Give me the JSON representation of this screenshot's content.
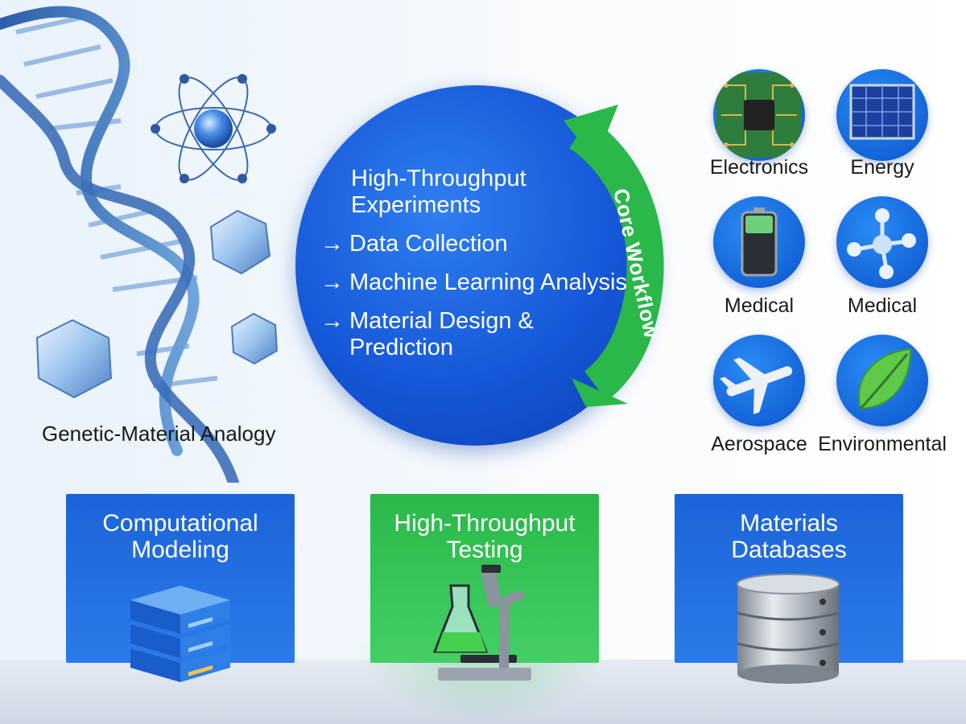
{
  "left": {
    "caption": "Genetic-Material Analogy"
  },
  "workflow": {
    "steps": [
      "High-Throughput Experiments",
      "Data Collection",
      "Machine Learning Analysis",
      "Material Design & Prediction"
    ],
    "arrow": "→",
    "cycle_label": "Core Workflow"
  },
  "applications": [
    {
      "label": "Electronics",
      "icon": "circuit-board-icon"
    },
    {
      "label": "Energy",
      "icon": "solar-panel-icon"
    },
    {
      "label": "Medical",
      "icon": "battery-icon"
    },
    {
      "label": "Medical",
      "icon": "molecule-icon"
    },
    {
      "label": "Aerospace",
      "icon": "airplane-icon"
    },
    {
      "label": "Environmental",
      "icon": "leaf-icon"
    }
  ],
  "pillars": [
    {
      "title_line1": "Computational",
      "title_line2": "Modeling",
      "icon": "server-icon"
    },
    {
      "title_line1": "High-Throughput",
      "title_line2": "Testing",
      "icon": "microscope-flask-icon"
    },
    {
      "title_line1": "Materials",
      "title_line2": "Databases",
      "icon": "database-icon"
    }
  ],
  "colors": {
    "primary_blue": "#1557d8",
    "cycle_green": "#2bb84a",
    "panel_green": "#3cc95c",
    "text_dark": "#1a1a1a"
  }
}
